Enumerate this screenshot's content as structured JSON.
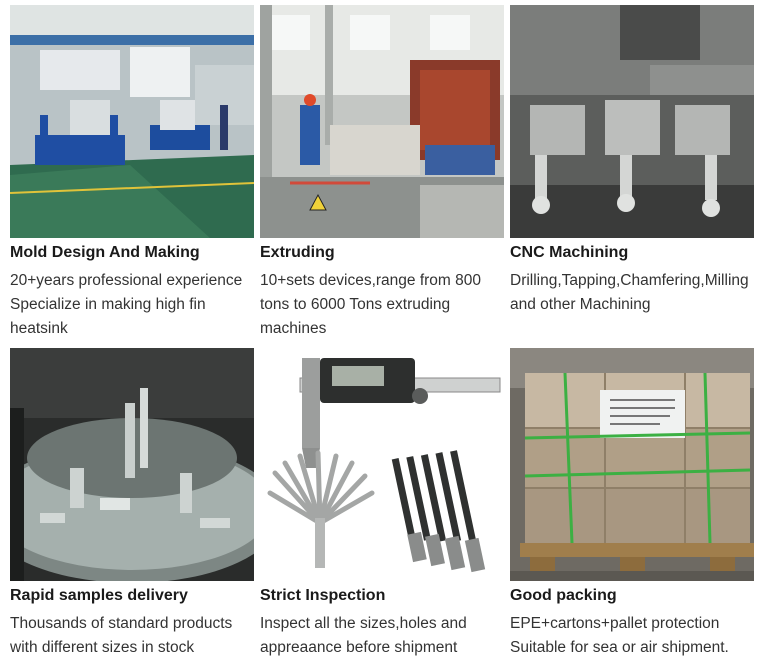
{
  "cards": [
    {
      "title": "Mold Design And Making",
      "lines": [
        "20+years professional experience",
        "Specialize in making high fin",
        "heatsink"
      ]
    },
    {
      "title": "Extruding",
      "lines": [
        "10+sets devices,range from 800",
        "tons to 6000 Tons extruding",
        "machines"
      ]
    },
    {
      "title": "CNC Machining",
      "lines": [
        "Drilling,Tapping,Chamfering,Milling",
        "and other Machining"
      ]
    },
    {
      "title": "Rapid samples delivery",
      "lines": [
        "Thousands of standard products",
        "with different sizes in stock"
      ]
    },
    {
      "title": "Strict Inspection",
      "lines": [
        "Inspect all the sizes,holes and",
        "appreaance before shipment"
      ]
    },
    {
      "title": "Good packing",
      "lines": [
        "EPE+cartons+pallet protection",
        "Suitable for sea or air shipment."
      ]
    }
  ],
  "photos": [
    {
      "subject": "mold-workshop-photo"
    },
    {
      "subject": "extrusion-press-photo"
    },
    {
      "subject": "cnc-vise-photo"
    },
    {
      "subject": "aluminum-profile-samples-photo"
    },
    {
      "subject": "caliper-and-gauges-photo"
    },
    {
      "subject": "packed-pallet-photo"
    }
  ]
}
